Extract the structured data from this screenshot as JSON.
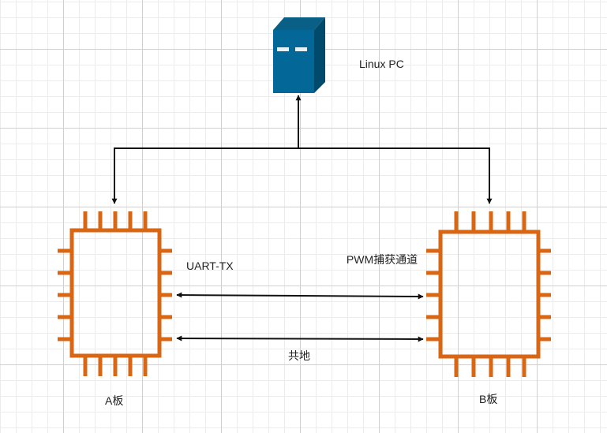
{
  "nodes": {
    "server": {
      "label": "Linux PC",
      "icon": "server-icon",
      "color": "#036897"
    },
    "board_a": {
      "label": "A板",
      "icon": "chip-icon",
      "color": "#d86613"
    },
    "board_b": {
      "label": "B板",
      "icon": "chip-icon",
      "color": "#d86613"
    }
  },
  "connections": {
    "uart": {
      "label": "UART-TX"
    },
    "pwm": {
      "label": "PWM捕获通道"
    },
    "ground": {
      "label": "共地"
    }
  }
}
